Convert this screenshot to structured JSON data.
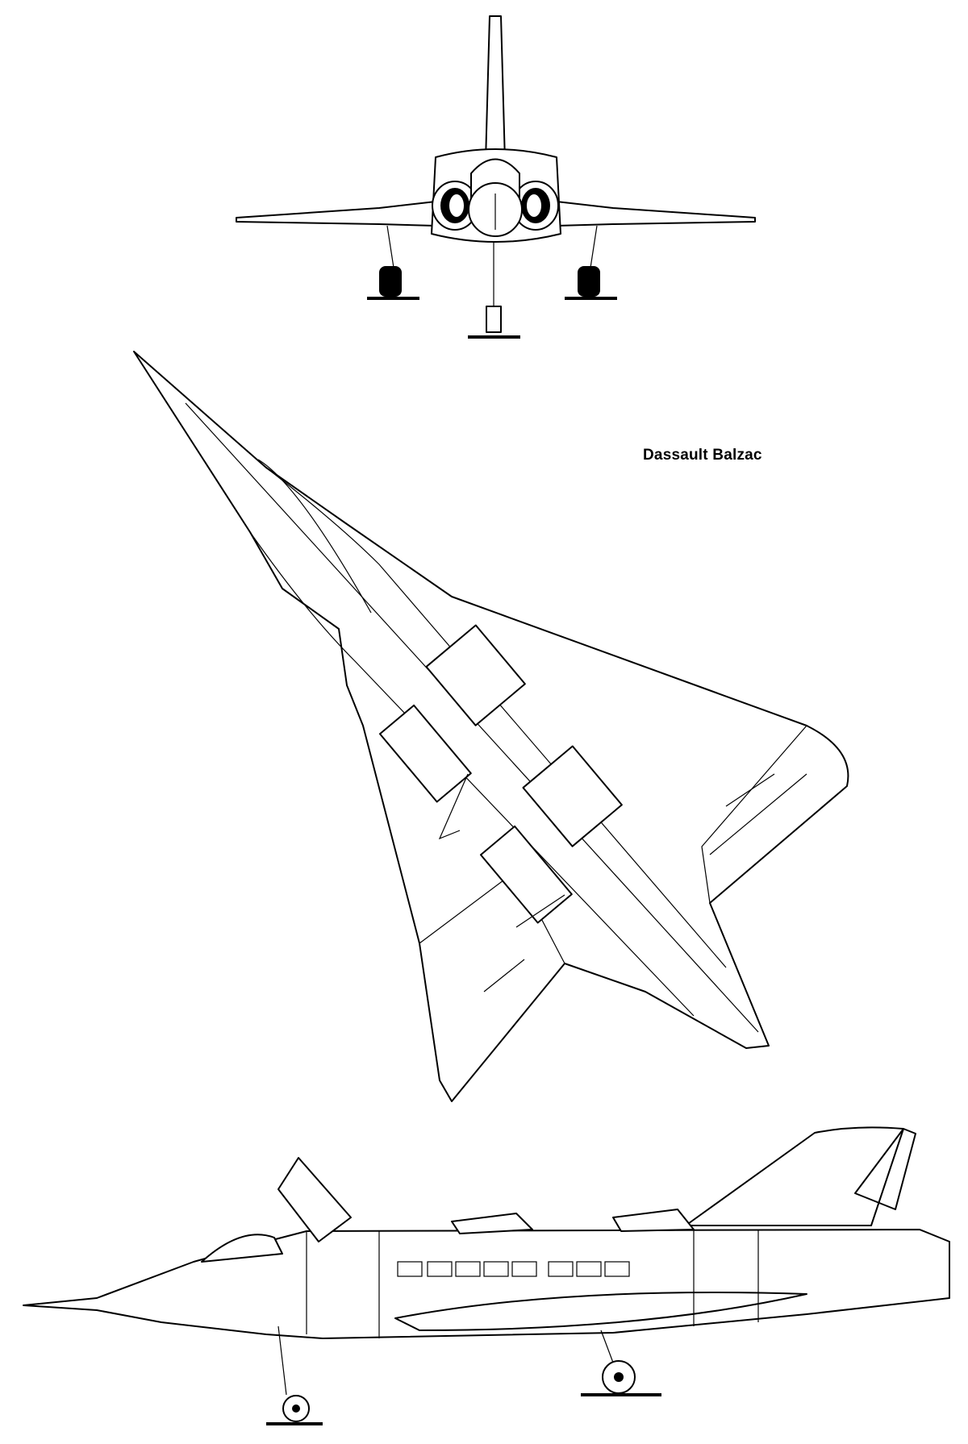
{
  "title": "Dassault Balzac",
  "colors": {
    "ink": "#000000",
    "paper": "#ffffff"
  },
  "views": [
    "front-view",
    "plan-view",
    "side-view"
  ]
}
